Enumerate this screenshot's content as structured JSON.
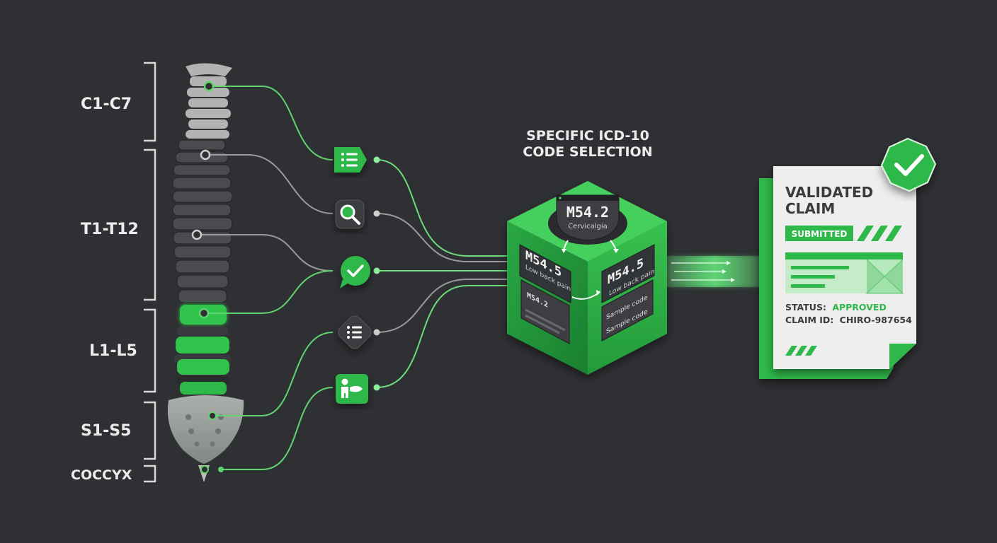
{
  "spine_regions": [
    {
      "label": "C1-C7"
    },
    {
      "label": "T1-T12"
    },
    {
      "label": "L1-L5"
    },
    {
      "label": "S1-S5"
    },
    {
      "label": "COCCYX"
    }
  ],
  "process_icons": [
    {
      "icon": "list-icon",
      "style": "green"
    },
    {
      "icon": "search-icon",
      "style": "dark"
    },
    {
      "icon": "check-chat-icon",
      "style": "green"
    },
    {
      "icon": "list-icon",
      "style": "dark"
    },
    {
      "icon": "patient-icon",
      "style": "green"
    }
  ],
  "cube": {
    "heading_line1": "SPECIFIC ICD-10",
    "heading_line2": "CODE SELECTION",
    "top_code": "M54.2",
    "top_desc": "Cervicalgia",
    "left_code": "M54.5",
    "left_desc": "Low back pain",
    "left_small_code": "M54.2",
    "right_code": "M54.5",
    "right_desc": "Low back pain",
    "right_sample1": "Sample code",
    "right_sample2": "Sample code"
  },
  "claim": {
    "title_line1": "VALIDATED",
    "title_line2": "CLAIM",
    "badge": "SUBMITTED",
    "status_label": "STATUS:",
    "status_value": "APPROVED",
    "claim_id_label": "CLAIM ID:",
    "claim_id_value": "CHIRO-987654"
  },
  "colors": {
    "background": "#2f3033",
    "accent_green": "#2fb84a",
    "bright_green": "#4fe06a",
    "dark_tile": "#3a3b3e",
    "label_text": "#ececec",
    "paper": "#eeeeee"
  }
}
